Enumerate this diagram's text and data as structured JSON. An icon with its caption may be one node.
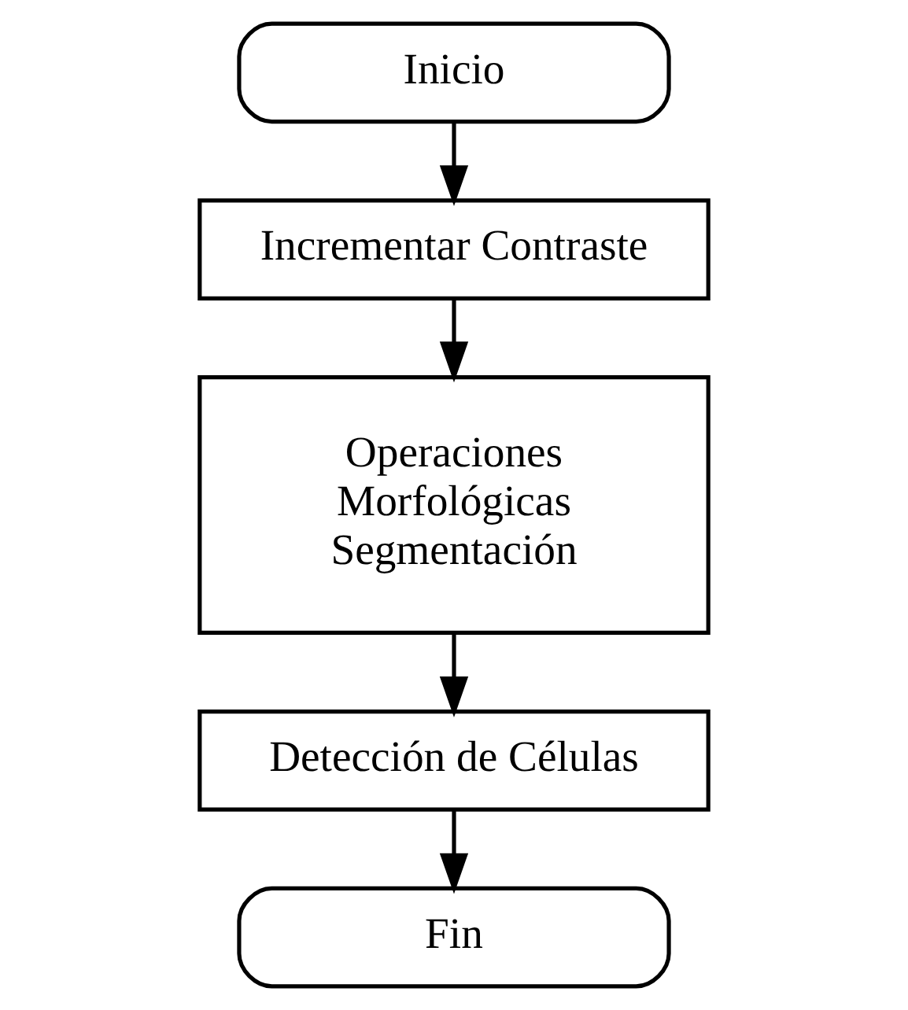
{
  "diagram": {
    "nodes": [
      {
        "text": [
          "Inicio"
        ]
      },
      {
        "text": [
          "Incrementar Contraste"
        ]
      },
      {
        "text": [
          "Operaciones Morfológicas Segmentación"
        ]
      },
      {
        "text": [
          "Detección de Células"
        ]
      },
      {
        "text": [
          "Fin"
        ]
      }
    ],
    "edges": [
      {
        "from": 0,
        "to": 1,
        "arrow": "to"
      },
      {
        "from": 1,
        "to": 2,
        "arrow": "to"
      },
      {
        "from": 2,
        "to": 3,
        "arrow": "to"
      },
      {
        "from": 3,
        "to": 4,
        "arrow": "to"
      }
    ]
  }
}
